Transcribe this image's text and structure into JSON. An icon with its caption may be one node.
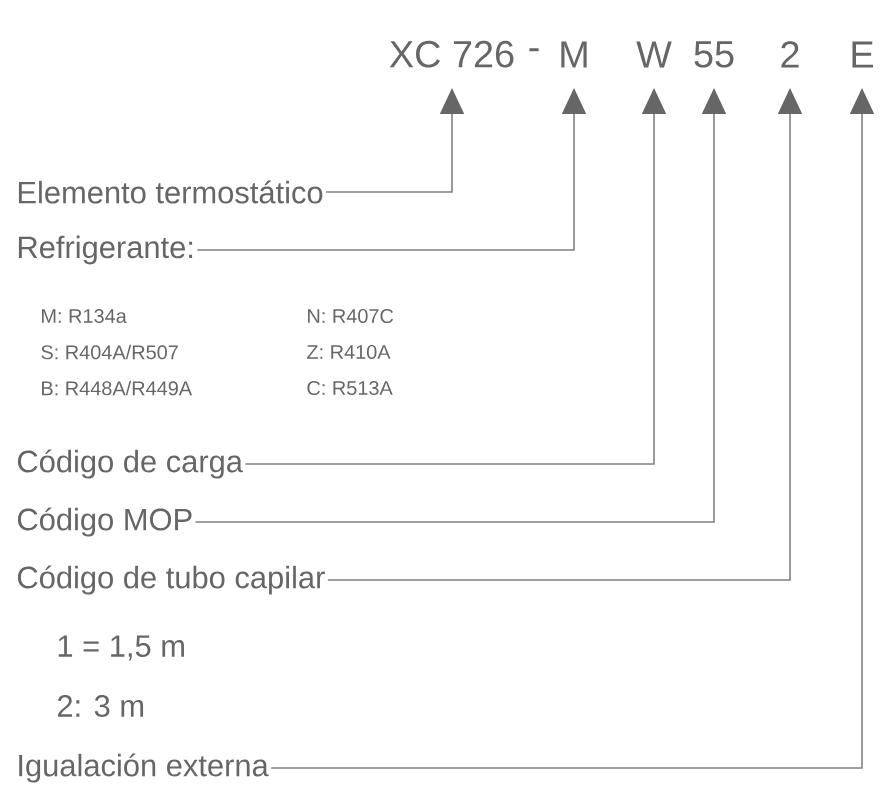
{
  "diagram": {
    "nodes": [
      {
        "text": [
          "XC 726"
        ]
      },
      {
        "text": [
          "M"
        ]
      },
      {
        "text": [
          "W"
        ]
      },
      {
        "text": [
          "55"
        ]
      },
      {
        "text": [
          "2"
        ]
      },
      {
        "text": [
          "E"
        ]
      },
      {
        "text": [
          "Elemento termostático"
        ]
      },
      {
        "text": [
          "Refrigerante:"
        ]
      },
      {
        "text": [
          "Código de carga"
        ]
      },
      {
        "text": [
          "Código MOP"
        ]
      },
      {
        "text": [
          "Código de tubo capilar"
        ]
      },
      {
        "text": [
          "Igualación externa"
        ]
      }
    ],
    "edges": [
      {
        "from": 6,
        "to": 0,
        "arrow": "to"
      },
      {
        "from": 7,
        "to": 1,
        "arrow": "to"
      },
      {
        "from": 8,
        "to": 2,
        "arrow": "to"
      },
      {
        "from": 9,
        "to": 3,
        "arrow": "to"
      },
      {
        "from": 10,
        "to": 4,
        "arrow": "to"
      },
      {
        "from": 11,
        "to": 5,
        "arrow": "to"
      }
    ],
    "labels": [
      "-",
      "M: R134a",
      "N: R407C",
      "S: R404A/R507",
      "Z: R410A",
      "B: R448A/R449A",
      "C: R513A",
      "1 = 1,5 m",
      "2: 3 m"
    ]
  }
}
